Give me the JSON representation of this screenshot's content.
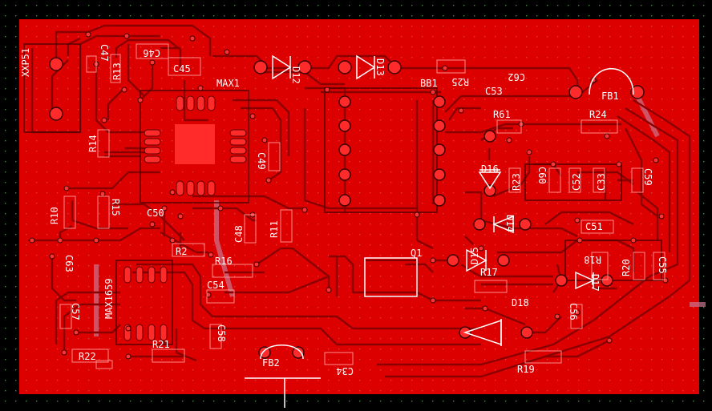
{
  "board": {
    "background_color": "#000000",
    "grid_dot_color": "#3e8b3e",
    "copper_color": "#dd0000",
    "trace_color": "#8a0000",
    "silk_color": "#ffffff",
    "keepout_color": "#b06070"
  },
  "labels": {
    "xxp51": "XXP51",
    "c47": "C47",
    "r13": "R13",
    "c46": "C46",
    "c45": "C45",
    "max1": "MAX1",
    "d12": "D12",
    "d13": "D13",
    "bb1": "BB1",
    "r25": "R25",
    "c62": "C62",
    "fb1": "FB1",
    "c53": "C53",
    "r61": "R61",
    "r24": "R24",
    "r14": "R14",
    "c49": "C49",
    "d16": "D16",
    "r23": "R23",
    "c60": "C60",
    "c52": "C52",
    "c33": "C33",
    "c59": "C59",
    "r10": "R10",
    "r15": "R15",
    "c50": "C50",
    "c48": "C48",
    "r11": "R11",
    "d14": "D14",
    "c51": "C51",
    "c63": "C63",
    "r2": "R2",
    "r16": "R16",
    "q1": "Q1",
    "d15": "D15",
    "r18": "R18",
    "r20": "R20",
    "c55": "C55",
    "max1659": "MAX1659",
    "c54": "C54",
    "r17": "R17",
    "d17": "D17",
    "c57": "C57",
    "d18": "D18",
    "c56": "C56",
    "c58": "C58",
    "r21": "R21",
    "r22": "R22",
    "fb2": "FB2",
    "c34": "C34",
    "r19": "R19"
  }
}
